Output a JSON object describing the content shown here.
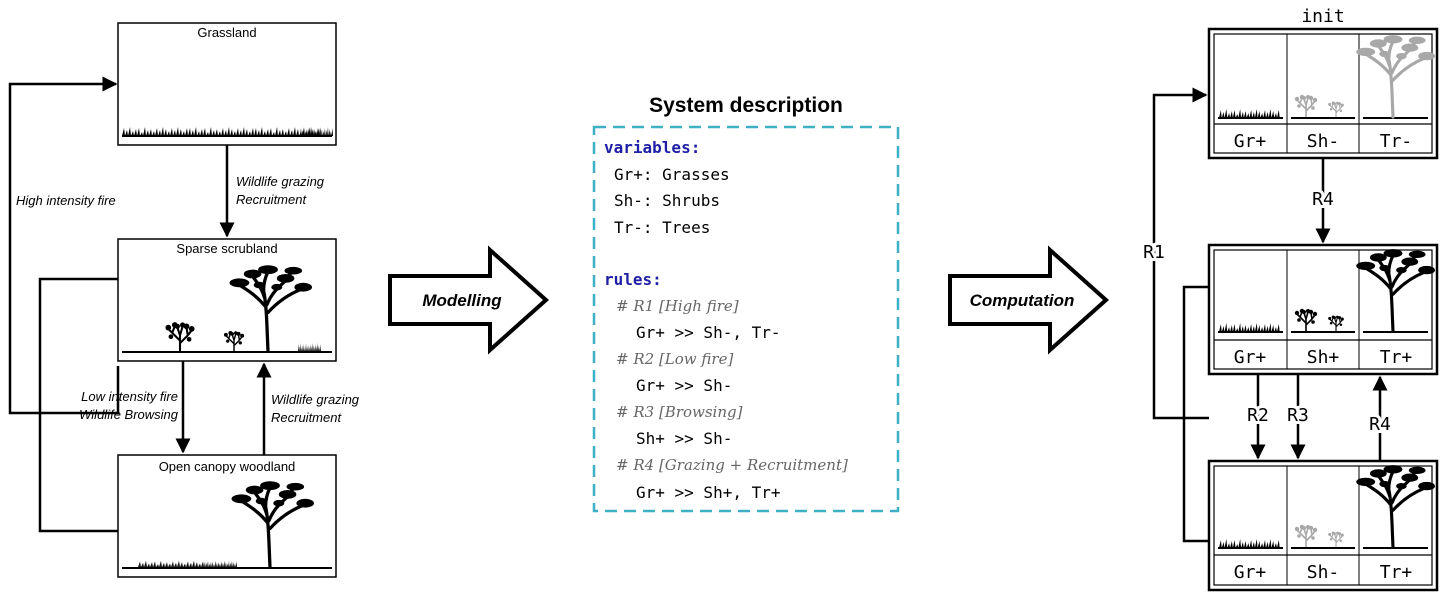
{
  "left_panel": {
    "grassland_label": "Grassland",
    "scrubland_label": "Sparse scrubland",
    "woodland_label": "Open canopy woodland",
    "high_fire_label": "High intensity fire",
    "grazing_1_line1": "Wildlife grazing",
    "grazing_1_line2": "Recruitment",
    "low_fire_line1": "Low intensity fire",
    "low_fire_line2": "Wildlife Browsing",
    "grazing_2_line1": "Wildlife grazing",
    "grazing_2_line2": "Recruitment"
  },
  "arrows": {
    "modelling_label": "Modelling",
    "computation_label": "Computation"
  },
  "system": {
    "title": "System description",
    "variables_header": "variables:",
    "variables": [
      "Gr+: Grasses",
      "Sh-: Shrubs",
      "Tr-: Trees"
    ],
    "rules_header": "rules:",
    "rules": [
      {
        "comment": "# R1 [High fire]",
        "rule": "Gr+ >> Sh-, Tr-"
      },
      {
        "comment": "# R2 [Low fire]",
        "rule": "Gr+ >> Sh-"
      },
      {
        "comment": "# R3 [Browsing]",
        "rule": "Sh+ >> Sh-"
      },
      {
        "comment": "# R4 [Grazing + Recruitment]",
        "rule": "Gr+ >> Sh+, Tr+"
      }
    ]
  },
  "graph": {
    "init_label": "init",
    "states": [
      {
        "labels": [
          "Gr+",
          "Sh-",
          "Tr-"
        ]
      },
      {
        "labels": [
          "Gr+",
          "Sh+",
          "Tr+"
        ]
      },
      {
        "labels": [
          "Gr+",
          "Sh-",
          "Tr+"
        ]
      }
    ],
    "edge_r1": "R1",
    "edge_r4_top": "R4",
    "edge_r2": "R2",
    "edge_r3": "R3",
    "edge_r4_bottom": "R4"
  },
  "colors": {
    "dashed_border": "#3fb1c4",
    "keyword_blue": "#1f1fa8",
    "comment_gray": "#666666",
    "inactive_gray": "#a8a8a8"
  }
}
